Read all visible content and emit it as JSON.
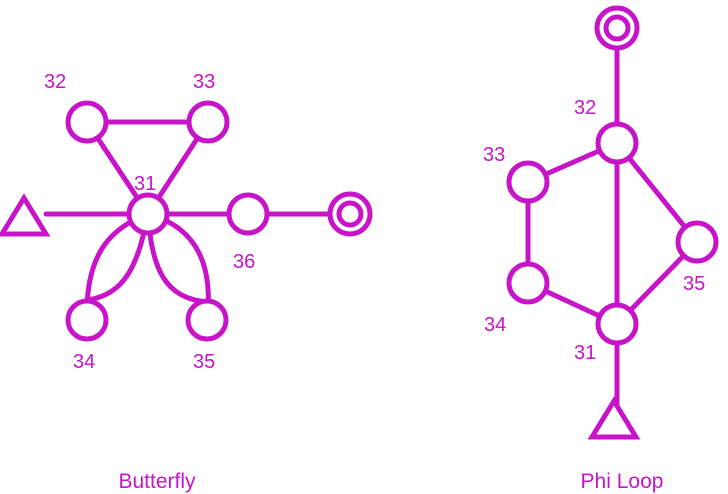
{
  "colors": {
    "accent": "#c814c8",
    "background": "#ffffff"
  },
  "butterfly": {
    "caption": "Butterfly",
    "labels": {
      "n31": "31",
      "n32": "32",
      "n33": "33",
      "n34": "34",
      "n35": "35",
      "n36": "36"
    }
  },
  "phi_loop": {
    "caption": "Phi Loop",
    "labels": {
      "n31": "31",
      "n32": "32",
      "n33": "33",
      "n34": "34",
      "n35": "35"
    }
  }
}
